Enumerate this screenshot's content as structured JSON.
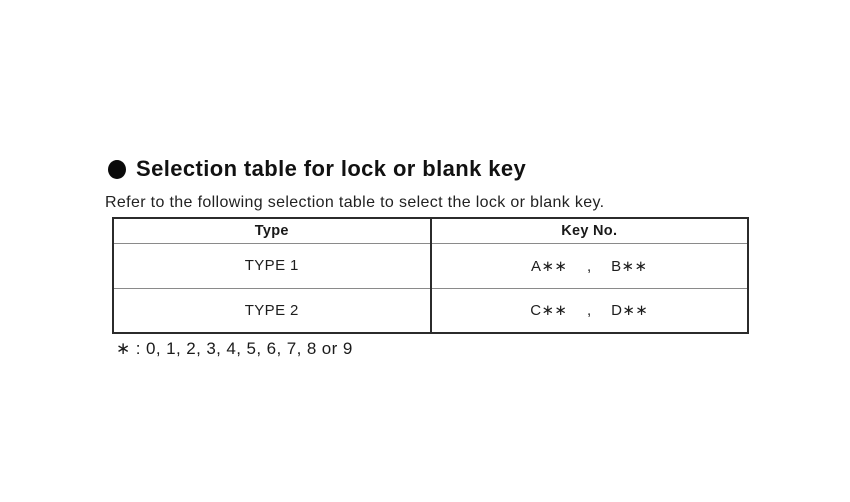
{
  "page": {
    "background_color": "#ffffff",
    "text_color": "#1b1b1b",
    "line_color_strong": "#2b2b2b",
    "line_color_light": "#8a8a8a"
  },
  "section": {
    "bullet_icon": "filled-circle",
    "title": "Selection table for lock or blank key",
    "subtitle": "Refer to the following selection table to select the lock or blank key."
  },
  "table": {
    "columns": [
      "Type",
      "Key No."
    ],
    "rows": [
      {
        "type": "TYPE 1",
        "key_no": "A∗∗ , B∗∗"
      },
      {
        "type": "TYPE 2",
        "key_no": "C∗∗ , D∗∗"
      }
    ]
  },
  "footnote": "∗ : 0, 1, 2, 3, 4, 5, 6, 7, 8 or 9"
}
